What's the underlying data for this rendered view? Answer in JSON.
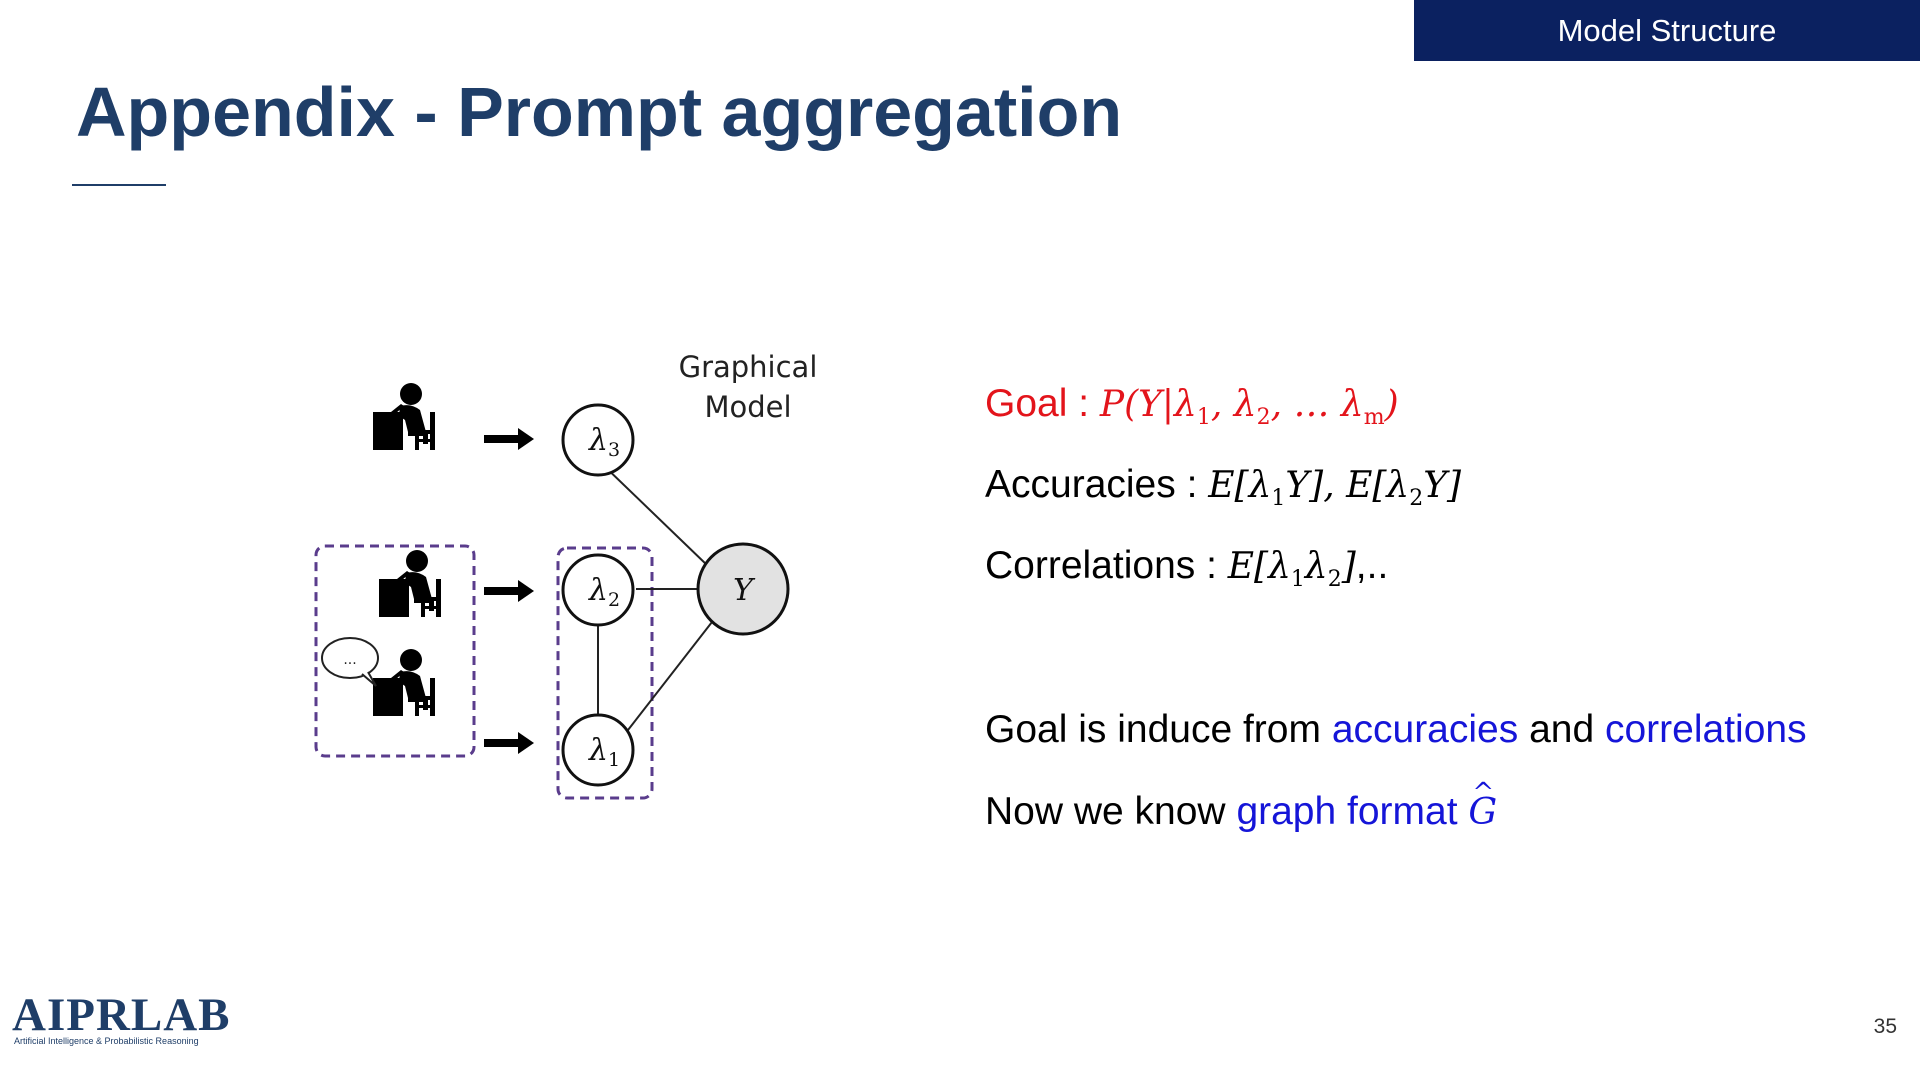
{
  "header": {
    "section_tag": "Model Structure"
  },
  "slide": {
    "title": "Appendix - Prompt aggregation"
  },
  "diagram": {
    "caption_line1": "Graphical",
    "caption_line2": "Model",
    "nodes": {
      "lambda3": {
        "symbol": "λ",
        "subscript": "3"
      },
      "lambda2": {
        "symbol": "λ",
        "subscript": "2"
      },
      "lambda1": {
        "symbol": "λ",
        "subscript": "1"
      },
      "target": {
        "symbol": "Y"
      }
    },
    "speech_bubble": "...",
    "colors": {
      "dashed_box": "#5a3c8c",
      "target_fill": "#e2e2e2",
      "figure": "#000000"
    }
  },
  "content": {
    "goal": {
      "label": "Goal : ",
      "formula": {
        "prefix": "P(Y|λ",
        "s1": "1",
        "mid1": ", λ",
        "s2": "2",
        "mid2": ", … λ",
        "sm": "m",
        "suffix": ")"
      }
    },
    "accuracies": {
      "label": "Accuracies : ",
      "formula": {
        "p1": "E[λ",
        "s1": "1",
        "p2": "Y], E[λ",
        "s2": "2",
        "p3": "Y]"
      }
    },
    "correlations": {
      "label": "Correlations : ",
      "formula": {
        "p1": "E[λ",
        "s1": "1",
        "p2": "λ",
        "s2": "2",
        "p3": "]"
      },
      "trail": ",.."
    },
    "induce": {
      "prefix": "Goal is induce from ",
      "term1": "accuracies",
      "conj": " and ",
      "term2": "correlations"
    },
    "graph": {
      "prefix": "Now we know ",
      "term": "graph format ",
      "symbol": "G",
      "hat": "^"
    }
  },
  "footer": {
    "logo_text": "AIPRLAB",
    "logo_subtitle": "Artificial Intelligence & Probabilistic Reasoning",
    "page_number": "35"
  },
  "colors": {
    "title": "#1f3e68",
    "tag_background": "#0b2160",
    "highlight_red": "#e3141b",
    "highlight_blue": "#1515d8"
  }
}
